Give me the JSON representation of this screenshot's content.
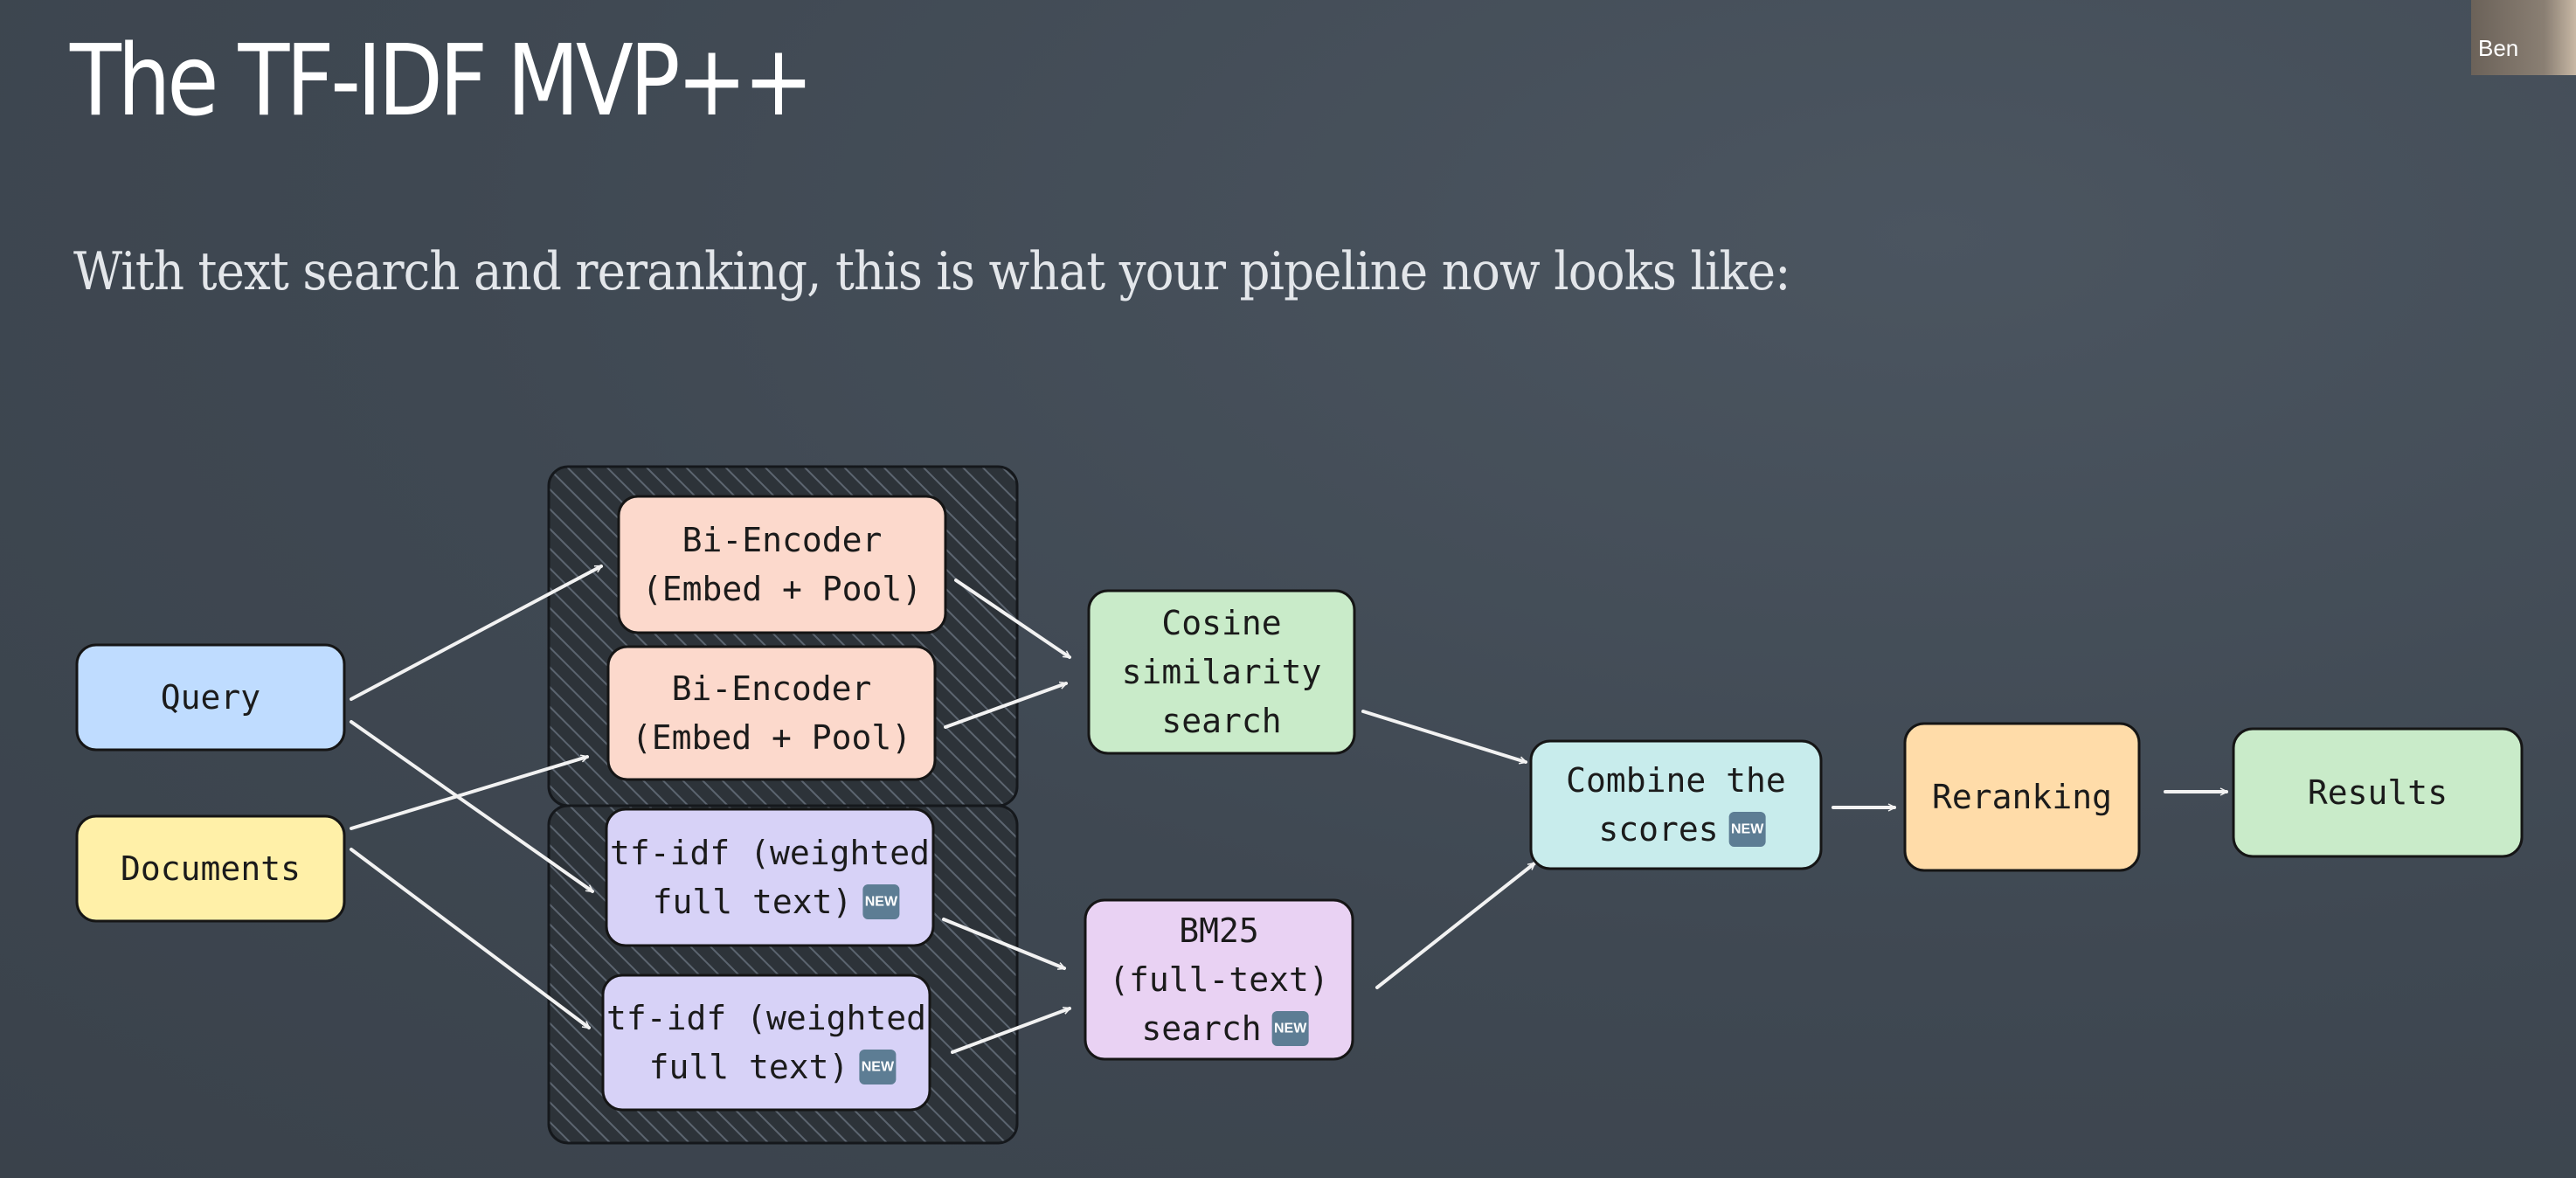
{
  "slide": {
    "title": "The TF-IDF MVP++",
    "subtitle": "With text search and reranking, this is what your pipeline now looks like:"
  },
  "camera": {
    "label": "Ben"
  },
  "diagram": {
    "badge_text": "NEW",
    "nodes": {
      "query": {
        "lines": [
          "Query"
        ],
        "fill": "#bfdcff"
      },
      "documents": {
        "lines": [
          "Documents"
        ],
        "fill": "#fff0a8"
      },
      "bi_encoder_1": {
        "lines": [
          "Bi-Encoder",
          "(Embed + Pool)"
        ],
        "fill": "#fcd9cc"
      },
      "bi_encoder_2": {
        "lines": [
          "Bi-Encoder",
          "(Embed + Pool)"
        ],
        "fill": "#fcd9cc"
      },
      "tfidf_1": {
        "lines": [
          "tf-idf (weighted",
          "full text)"
        ],
        "fill": "#d7d2f7",
        "badge": true
      },
      "tfidf_2": {
        "lines": [
          "tf-idf (weighted",
          "full text)"
        ],
        "fill": "#d7d2f7",
        "badge": true
      },
      "cosine": {
        "lines": [
          "Cosine",
          "similarity",
          "search"
        ],
        "fill": "#c9ebc9"
      },
      "bm25": {
        "lines": [
          "BM25",
          "(full-text)",
          "search"
        ],
        "fill": "#e9d2f3",
        "badge": true
      },
      "combine": {
        "lines": [
          "Combine the",
          "scores"
        ],
        "fill": "#c8ecec",
        "badge": true
      },
      "reranking": {
        "lines": [
          "Reranking"
        ],
        "fill": "#ffdca9"
      },
      "results": {
        "lines": [
          "Results"
        ],
        "fill": "#c9ebc9"
      }
    },
    "colors": {
      "group_fill": "#2d3339",
      "hatch_line": "#5c6570",
      "arrow": "#f2f2f2",
      "badge": "#5d7d94"
    }
  }
}
